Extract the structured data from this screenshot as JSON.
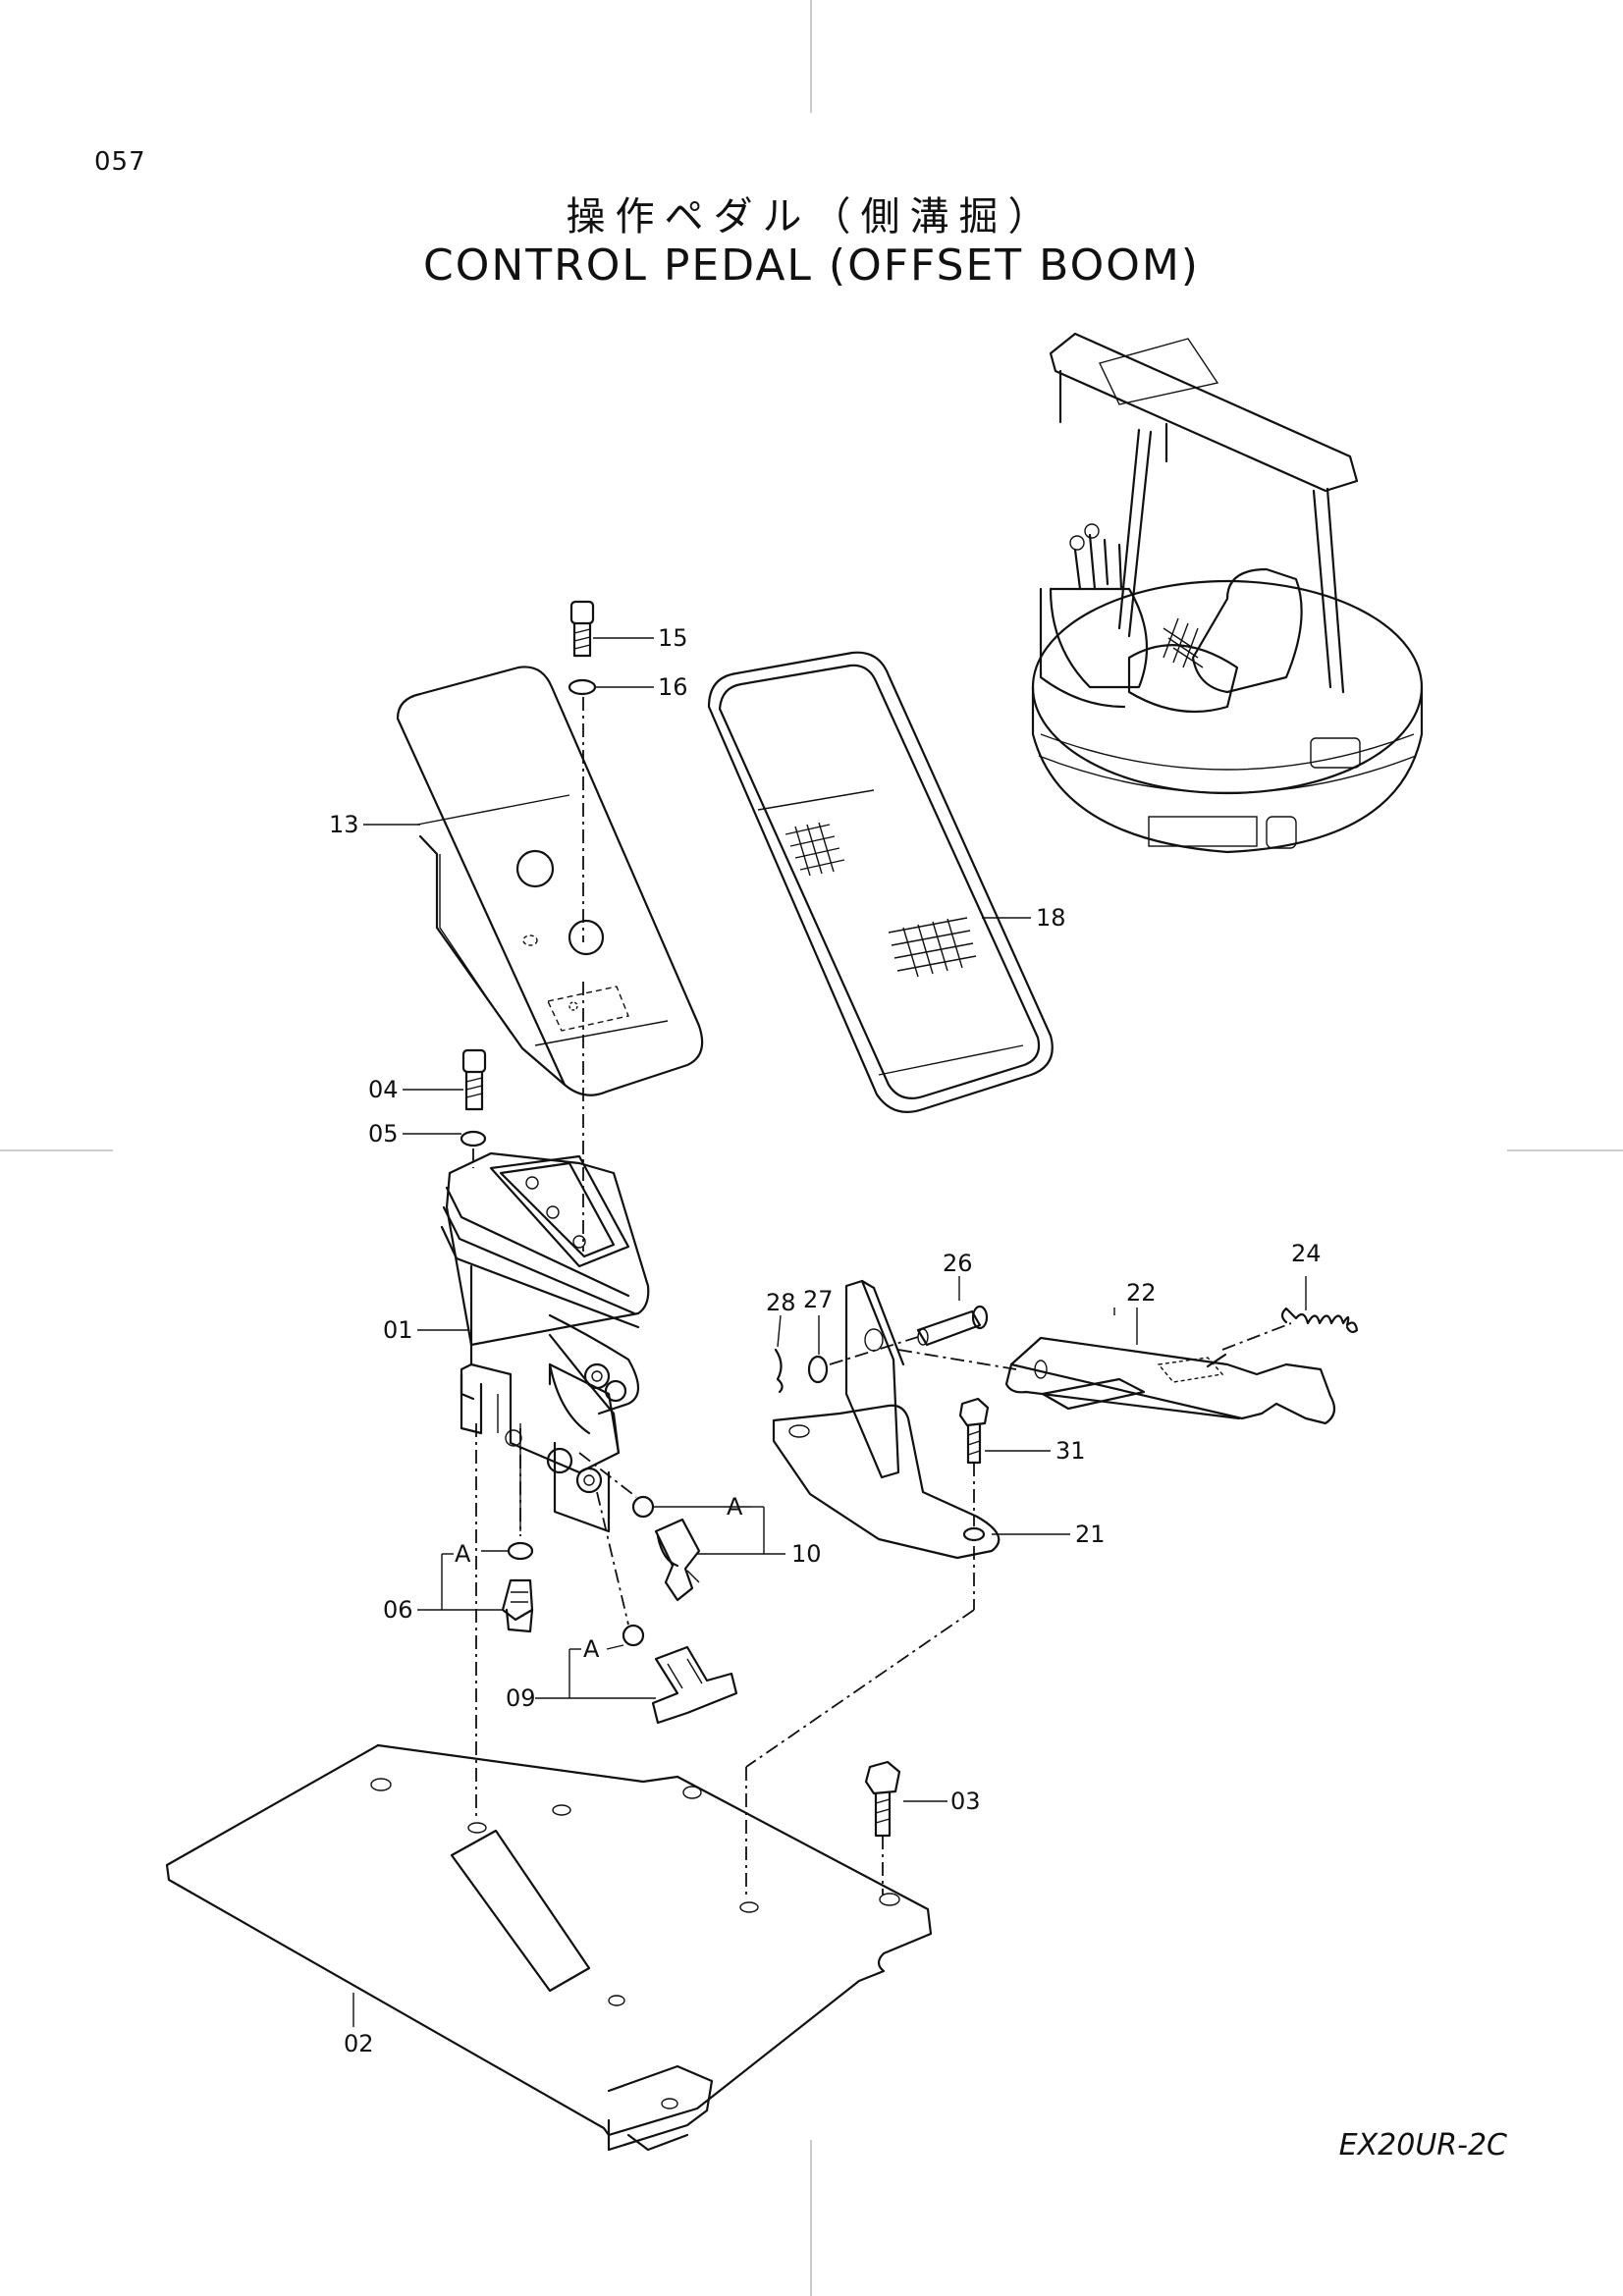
{
  "page_number": "057",
  "title_jp": "操作ペダル（側溝掘）",
  "title_en": "CONTROL PEDAL (OFFSET BOOM)",
  "model": "EX20UR-2C",
  "callouts": {
    "p01": "01",
    "p02": "02",
    "p03": "03",
    "p04": "04",
    "p05": "05",
    "p06": "06",
    "p09": "09",
    "p10": "10",
    "p13": "13",
    "p15": "15",
    "p16": "16",
    "p18": "18",
    "p21": "21",
    "p22": "22",
    "p24": "24",
    "p26": "26",
    "p27": "27",
    "p28": "28",
    "p31": "31"
  },
  "marker_labels": {
    "a1": "A",
    "a2": "A",
    "a3": "A"
  }
}
